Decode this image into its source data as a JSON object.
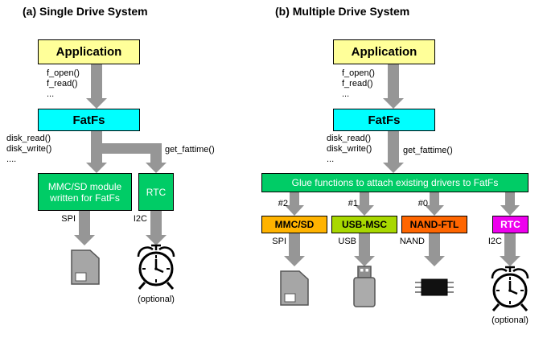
{
  "panel_a": {
    "title": "(a) Single Drive System",
    "application_label": "Application",
    "api_calls": [
      "f_open()",
      "f_read()",
      "..."
    ],
    "fatfs_label": "FatFs",
    "disk_calls": [
      "disk_read()",
      "disk_write()",
      "...."
    ],
    "get_fattime_label": "get_fattime()",
    "module_label_line1": "MMC/SD module",
    "module_label_line2": "written for FatFs",
    "rtc_label": "RTC",
    "spi_label": "SPI",
    "i2c_label": "I2C",
    "optional_label": "(optional)"
  },
  "panel_b": {
    "title": "(b) Multiple Drive System",
    "application_label": "Application",
    "api_calls": [
      "f_open()",
      "f_read()",
      "..."
    ],
    "fatfs_label": "FatFs",
    "disk_calls": [
      "disk_read()",
      "disk_write()",
      "..."
    ],
    "get_fattime_label": "get_fattime()",
    "glue_label": "Glue functions to attach existing drivers to FatFs",
    "drive_numbers": [
      "#2",
      "#1",
      "#0"
    ],
    "drivers": [
      {
        "label": "MMC/SD",
        "bus": "SPI",
        "color": "#FFB300",
        "text_color": "#000000"
      },
      {
        "label": "USB-MSC",
        "bus": "USB",
        "color": "#A8D800",
        "text_color": "#000000"
      },
      {
        "label": "NAND-FTL",
        "bus": "NAND",
        "color": "#FF6600",
        "text_color": "#000000"
      },
      {
        "label": "RTC",
        "bus": "I2C",
        "color": "#EE00EE",
        "text_color": "#FFFFFF"
      }
    ],
    "optional_label": "(optional)"
  },
  "colors": {
    "application_bg": "#FFFF99",
    "fatfs_bg": "#00FFFF",
    "glue_bg": "#00CC66",
    "arrow": "#969696"
  },
  "icons": {
    "panel_a": [
      "sd-card-icon",
      "alarm-clock-icon"
    ],
    "panel_b": [
      "sd-card-icon",
      "usb-drive-icon",
      "nand-chip-icon",
      "alarm-clock-icon"
    ]
  }
}
